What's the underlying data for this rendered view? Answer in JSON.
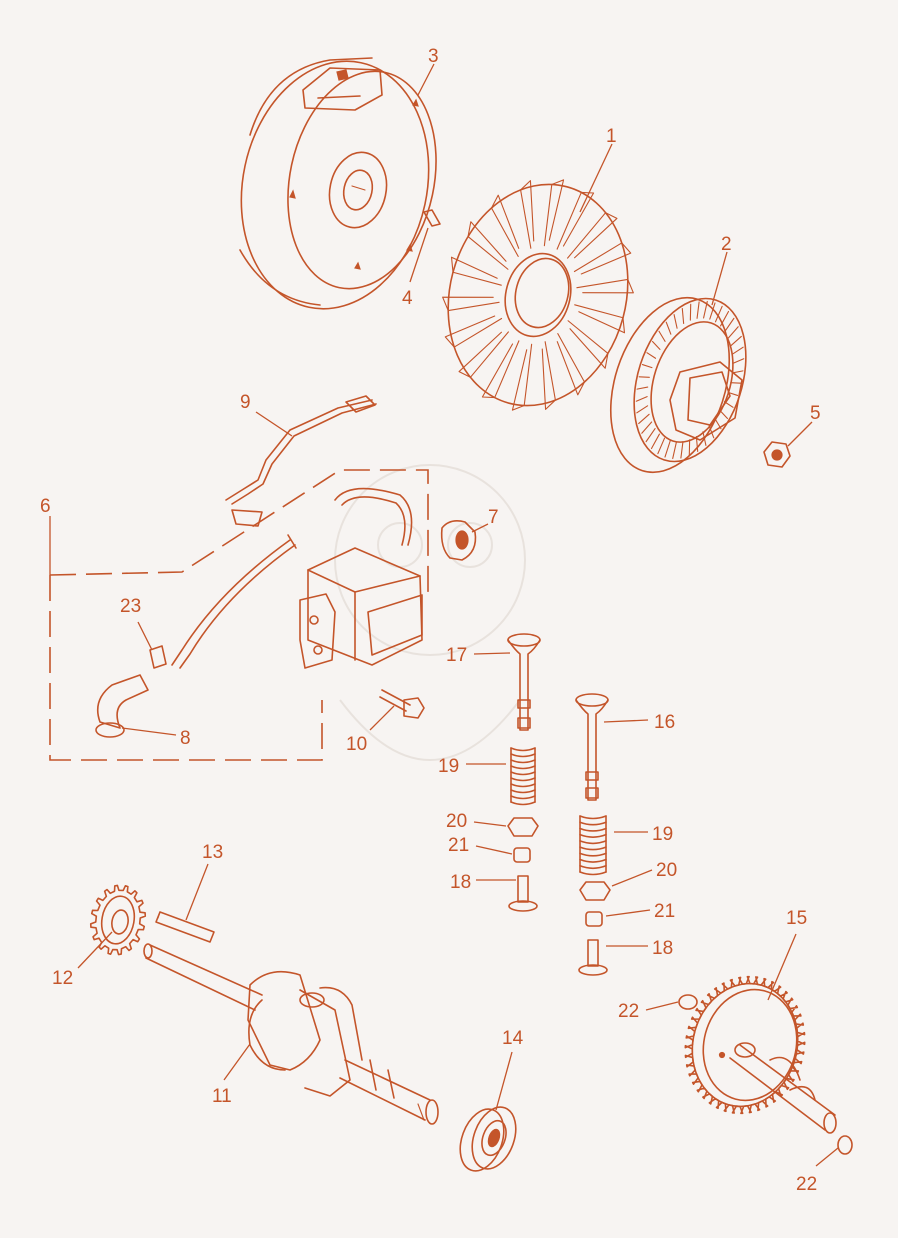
{
  "colors": {
    "ink": "#c4552a",
    "paper": "#f7f4f2"
  },
  "callouts": [
    {
      "id": "c1",
      "label": "1"
    },
    {
      "id": "c2",
      "label": "2"
    },
    {
      "id": "c3",
      "label": "3"
    },
    {
      "id": "c4",
      "label": "4"
    },
    {
      "id": "c5",
      "label": "5"
    },
    {
      "id": "c6",
      "label": "6"
    },
    {
      "id": "c7",
      "label": "7"
    },
    {
      "id": "c8",
      "label": "8"
    },
    {
      "id": "c9",
      "label": "9"
    },
    {
      "id": "c10",
      "label": "10"
    },
    {
      "id": "c11",
      "label": "11"
    },
    {
      "id": "c12",
      "label": "12"
    },
    {
      "id": "c13",
      "label": "13"
    },
    {
      "id": "c14",
      "label": "14"
    },
    {
      "id": "c15",
      "label": "15"
    },
    {
      "id": "c16",
      "label": "16"
    },
    {
      "id": "c17",
      "label": "17"
    },
    {
      "id": "c18a",
      "label": "18"
    },
    {
      "id": "c18b",
      "label": "18"
    },
    {
      "id": "c19a",
      "label": "19"
    },
    {
      "id": "c19b",
      "label": "19"
    },
    {
      "id": "c20a",
      "label": "20"
    },
    {
      "id": "c20b",
      "label": "20"
    },
    {
      "id": "c21a",
      "label": "21"
    },
    {
      "id": "c21b",
      "label": "21"
    },
    {
      "id": "c22a",
      "label": "22"
    },
    {
      "id": "c22b",
      "label": "22"
    },
    {
      "id": "c23",
      "label": "23"
    }
  ]
}
